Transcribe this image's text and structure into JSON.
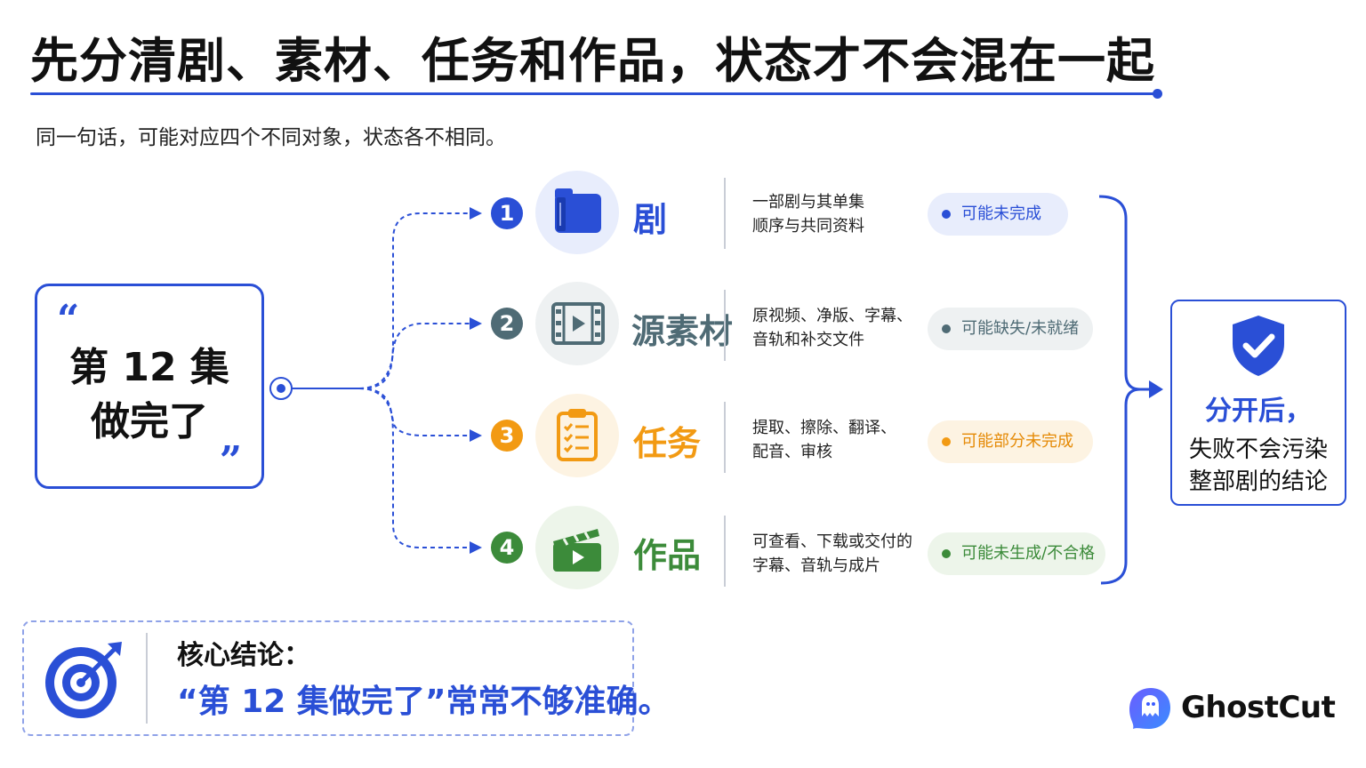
{
  "title": "先分清剧、素材、任务和作品，状态才不会混在一起",
  "subtitle": "同一句话，可能对应四个不同对象，状态各不相同。",
  "quote": {
    "line1": "第 12 集",
    "line2": "做完了"
  },
  "items": [
    {
      "number": "1",
      "label": "剧",
      "desc1": "一部剧与其单集",
      "desc2": "顺序与共同资料",
      "status": "可能未完成",
      "icon": "folder-icon",
      "color": "#2a4fd6",
      "pill_bg": "#e8edfc",
      "pill_text": "#2a4fd6"
    },
    {
      "number": "2",
      "label": "源素材",
      "desc1": "原视频、净版、字幕、",
      "desc2": "音轨和补交文件",
      "status": "可能缺失/未就绪",
      "icon": "film-icon",
      "color": "#4f6b75",
      "pill_bg": "#eef1f2",
      "pill_text": "#4f6b75"
    },
    {
      "number": "3",
      "label": "任务",
      "desc1": "提取、擦除、翻译、",
      "desc2": "配音、审核",
      "status": "可能部分未完成",
      "icon": "clipboard-checklist-icon",
      "color": "#f29a13",
      "pill_bg": "#fdf3e2",
      "pill_text": "#e58a06"
    },
    {
      "number": "4",
      "label": "作品",
      "desc1": "可查看、下载或交付的",
      "desc2": "字幕、音轨与成片",
      "status": "可能未生成/不合格",
      "icon": "clapperboard-icon",
      "color": "#3c8b3a",
      "pill_bg": "#edf5ea",
      "pill_text": "#3c8b3a"
    }
  ],
  "result": {
    "title": "分开后，",
    "line1": "失败不会污染",
    "line2": "整部剧的结论",
    "icon": "shield-check-icon"
  },
  "core": {
    "label": "核心结论：",
    "text": "“第 12 集做完了”常常不够准确。",
    "icon": "target-arrow-icon"
  },
  "brand": {
    "name": "GhostCut",
    "icon": "ghost-logo-icon"
  },
  "colors": {
    "accent": "#2a4fd6"
  }
}
